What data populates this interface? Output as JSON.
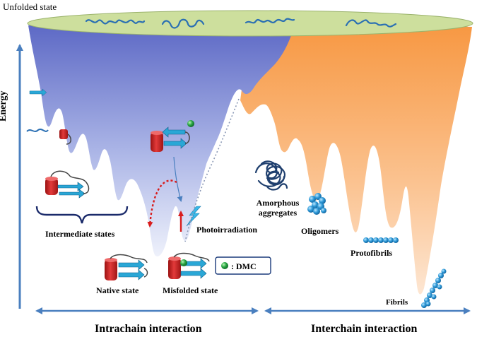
{
  "labels": {
    "unfolded_state": "Unfolded state",
    "energy": "Energy",
    "intermediate_states": "Intermediate states",
    "native_state": "Native state",
    "misfolded_state": "Misfolded state",
    "photoirradiation": "Photoirradiation",
    "dmc_legend": ": DMC",
    "amorphous_line1": "Amorphous",
    "amorphous_line2": "aggregates",
    "oligomers": "Oligomers",
    "protofibrils": "Protofibrils",
    "fibrils": "Fibrils",
    "intrachain": "Intrachain interaction",
    "interchain": "Interchain interaction"
  },
  "colors": {
    "intrachain_funnel_top": "#5a66c4",
    "intrachain_funnel_bottom": "#e6ecf8",
    "interchain_funnel_top": "#f79a4a",
    "interchain_funnel_bottom": "#fde3cc",
    "funnel_rim": "#c8dc9a",
    "protein_chain": "#2a6fb3",
    "helix_red": "#d92b2b",
    "beta_strand": "#2aa7d6",
    "dmc_green": "#1a9a3a",
    "axis_blue": "#4a7fbf",
    "aggregate_blue": "#1e88c8"
  }
}
